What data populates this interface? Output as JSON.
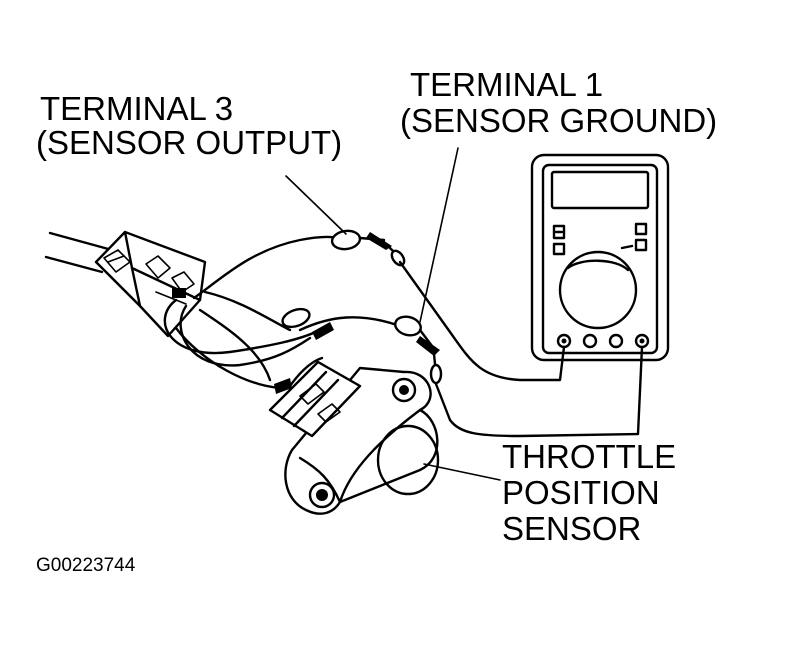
{
  "labels": {
    "terminal3_title": "TERMINAL 3",
    "terminal3_desc": "(SENSOR OUTPUT)",
    "terminal1_title": "TERMINAL 1",
    "terminal1_desc": "(SENSOR GROUND)",
    "sensor_line1": "THROTTLE",
    "sensor_line2": "POSITION",
    "sensor_line3": "SENSOR",
    "figure_id": "G00223744"
  }
}
